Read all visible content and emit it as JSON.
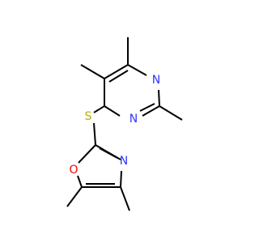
{
  "molecule": {
    "colors": {
      "carbon_bond": "#000000",
      "nitrogen": "#3333ff",
      "oxygen": "#ff0000",
      "sulfur": "#b2b200"
    },
    "atoms": {
      "n_pyrimidine_1": "N",
      "n_pyrimidine_3": "N",
      "s_thioether": "S",
      "n_oxazole": "N",
      "o_oxazole": "O"
    }
  }
}
